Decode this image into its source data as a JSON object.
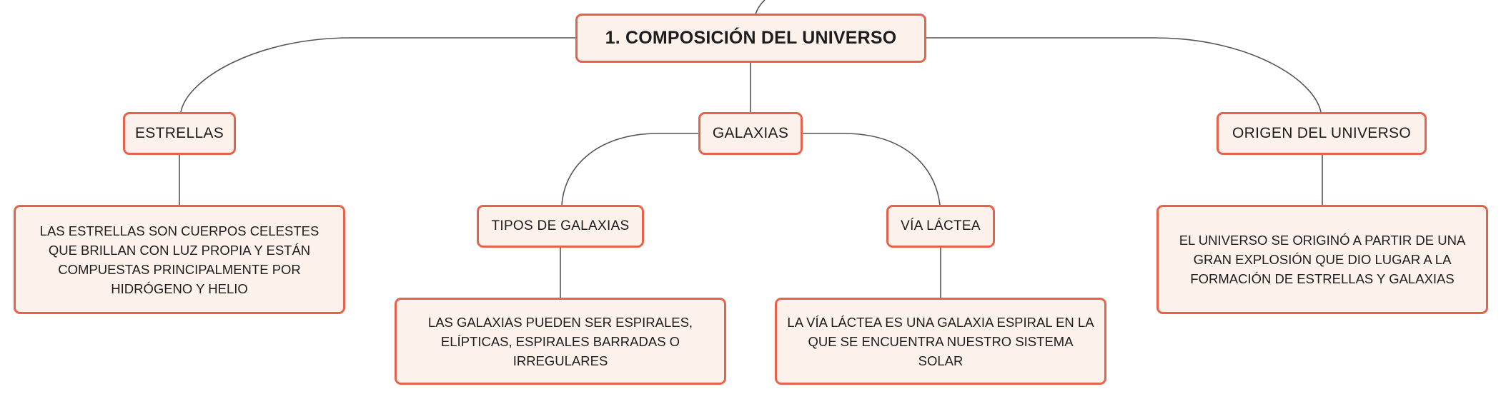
{
  "colors": {
    "node_fill": "#fdf1ec",
    "node_border": "#e8614a",
    "connector": "#555555",
    "text": "#1d1d1d"
  },
  "root": {
    "label": "1. COMPOSICIÓN DEL UNIVERSO"
  },
  "branches": {
    "estrellas": {
      "label": "ESTRELLAS",
      "detail": "LAS ESTRELLAS SON CUERPOS CELESTES QUE BRILLAN CON LUZ PROPIA Y ESTÁN COMPUESTAS PRINCIPALMENTE POR HIDRÓGENO Y HELIO"
    },
    "galaxias": {
      "label": "GALAXIAS",
      "tipos": {
        "label": "TIPOS DE GALAXIAS",
        "detail": "LAS GALAXIAS PUEDEN SER ESPIRALES, ELÍPTICAS, ESPIRALES BARRADAS O IRREGULARES"
      },
      "via_lactea": {
        "label": "VÍA LÁCTEA",
        "detail": "LA VÍA LÁCTEA ES UNA GALAXIA ESPIRAL EN LA QUE SE ENCUENTRA NUESTRO SISTEMA SOLAR"
      }
    },
    "origen": {
      "label": "ORIGEN DEL UNIVERSO",
      "detail": "EL UNIVERSO SE ORIGINÓ A PARTIR DE UNA GRAN EXPLOSIÓN QUE DIO LUGAR A LA FORMACIÓN DE ESTRELLAS Y GALAXIAS"
    }
  }
}
